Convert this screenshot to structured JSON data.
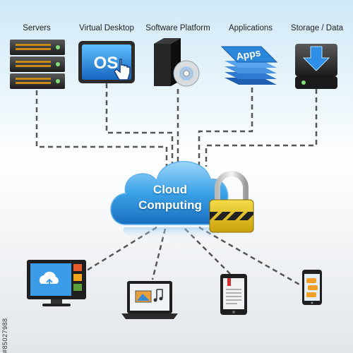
{
  "top_nodes": [
    {
      "label": "Servers",
      "icon": "server-rack-icon"
    },
    {
      "label": "Virtual Desktop",
      "icon": "os-monitor-icon",
      "screen_text": "OS"
    },
    {
      "label": "Software Platform",
      "icon": "software-box-icon"
    },
    {
      "label": "Applications",
      "icon": "apps-stack-icon",
      "screen_text": "Apps"
    },
    {
      "label": "Storage / Data",
      "icon": "storage-download-icon"
    }
  ],
  "center": {
    "title_line1": "Cloud",
    "title_line2": "Computing",
    "icon": "cloud-icon",
    "lock_icon": "padlock-icon"
  },
  "bottom_devices": [
    {
      "icon": "desktop-monitor-icon"
    },
    {
      "icon": "laptop-icon"
    },
    {
      "icon": "ebook-reader-icon"
    },
    {
      "icon": "smartphone-icon"
    }
  ],
  "watermark": "#85027988",
  "colors": {
    "connector": "#555555",
    "cloud": "#2a8fd8",
    "accent_blue": "#1f7fd0",
    "lock_gold": "#e8c21a"
  }
}
